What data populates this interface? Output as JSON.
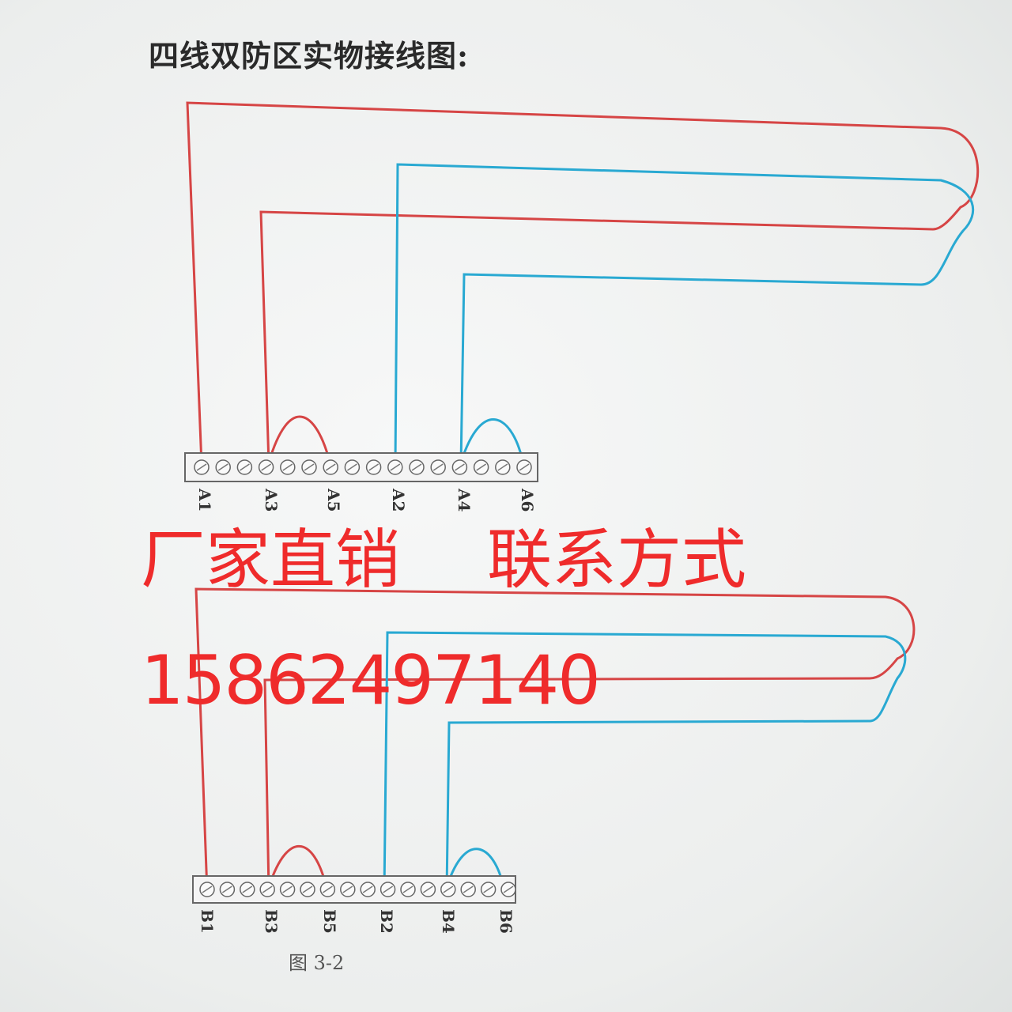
{
  "title": "四线双防区实物接线图:",
  "caption": "图 3-2",
  "promo": {
    "text_left": "厂家直销",
    "text_right": "联系方式",
    "phone": "15862497140"
  },
  "colors": {
    "red_wire": "#d64545",
    "blue_wire": "#29a9d2",
    "promo_text": "#ef2b2b",
    "terminal_stroke": "#666666"
  },
  "terminal_a_labels": [
    "A1",
    "A3",
    "A5",
    "A2",
    "A4",
    "A6"
  ],
  "terminal_b_labels": [
    "B1",
    "B3",
    "B5",
    "B2",
    "B4",
    "B6"
  ]
}
